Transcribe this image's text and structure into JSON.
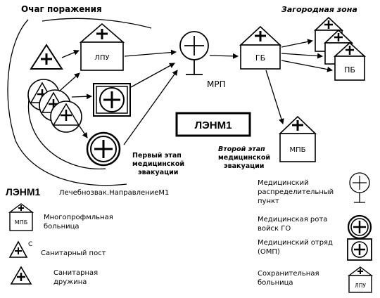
{
  "header": {
    "focus_zone": "Очаг поражения",
    "suburban_zone": "Загородная зона"
  },
  "nodes": {
    "lpu_label": "ЛПУ",
    "mrp_label": "МРП",
    "gb_label": "ГБ",
    "pb_label": "ПБ",
    "mpb_label": "МПБ",
    "center_plate": "ЛЭНМ1"
  },
  "stages": {
    "first_line1": "Первый этап",
    "first_line2": "медицинской",
    "first_line3": "эвакуации",
    "second_line1": "Второй этап",
    "second_line2": "медицинской",
    "second_line3": "эвакуации"
  },
  "legend": {
    "title_code": "ЛЭНМ1",
    "title_desc": "Лечебнозвак.НаправлениеМ1",
    "mpb_icon_label": "МПБ",
    "mpb_line1": "Многопрофмльная",
    "mpb_line2": "больница",
    "post_mark": "С",
    "post_label": "Санитарный пост",
    "squad_line1": "Санитарная",
    "squad_line2": "дружина",
    "mrp_line1": "Медицинский",
    "mrp_line2": "распределительный",
    "mrp_line3": "пункт",
    "rota_line1": "Медицинская рота",
    "rota_line2": "войск ГО",
    "omp_line1": "Медицинский отряд",
    "omp_line2": "(ОМП)",
    "store_line1": "Сохранительная",
    "store_line2": "больница",
    "lpu_icon_label": "ЛПУ"
  }
}
